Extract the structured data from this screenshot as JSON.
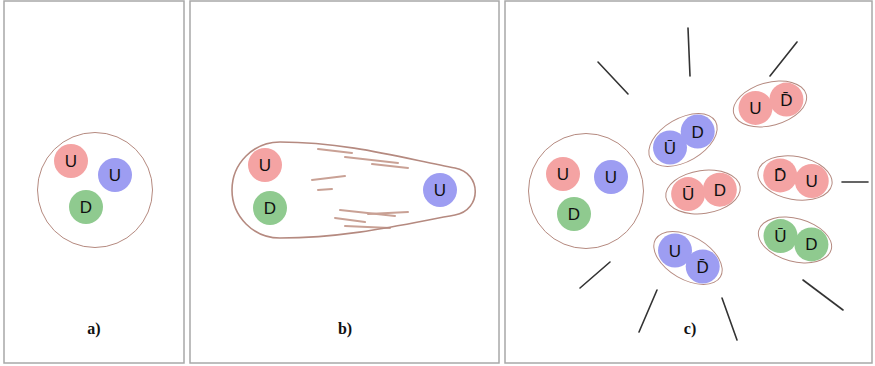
{
  "diagram": {
    "nodes": [
      {
        "text": []
      },
      {
        "text": [
          "U"
        ],
        "in": 0
      },
      {
        "text": [
          "U"
        ],
        "in": 0
      },
      {
        "text": [
          "D"
        ],
        "in": 0
      },
      {
        "text": []
      },
      {
        "text": [
          "U"
        ],
        "in": 4
      },
      {
        "text": [
          "D"
        ],
        "in": 4
      },
      {
        "text": [
          "U"
        ],
        "in": 4
      },
      {
        "text": []
      },
      {
        "text": [
          "U"
        ],
        "in": 8
      },
      {
        "text": [
          "U"
        ],
        "in": 8
      },
      {
        "text": [
          "D"
        ],
        "in": 8
      },
      {
        "text": []
      },
      {
        "text": [
          "Ū"
        ],
        "in": 12
      },
      {
        "text": [
          "D"
        ],
        "in": 12
      },
      {
        "text": []
      },
      {
        "text": [
          "U"
        ],
        "in": 15
      },
      {
        "text": [
          "D̄"
        ],
        "in": 15
      },
      {
        "text": []
      },
      {
        "text": [
          "Ū"
        ],
        "in": 18
      },
      {
        "text": [
          "D"
        ],
        "in": 18
      },
      {
        "text": []
      },
      {
        "text": [
          "D̄"
        ],
        "in": 21
      },
      {
        "text": [
          "U"
        ],
        "in": 21
      },
      {
        "text": []
      },
      {
        "text": [
          "U"
        ],
        "in": 24
      },
      {
        "text": [
          "D̄"
        ],
        "in": 24
      },
      {
        "text": []
      },
      {
        "text": [
          "Ū"
        ],
        "in": 27
      },
      {
        "text": [
          "D"
        ],
        "in": 27
      }
    ],
    "labels": [
      "a)",
      "b)",
      "c)"
    ]
  }
}
